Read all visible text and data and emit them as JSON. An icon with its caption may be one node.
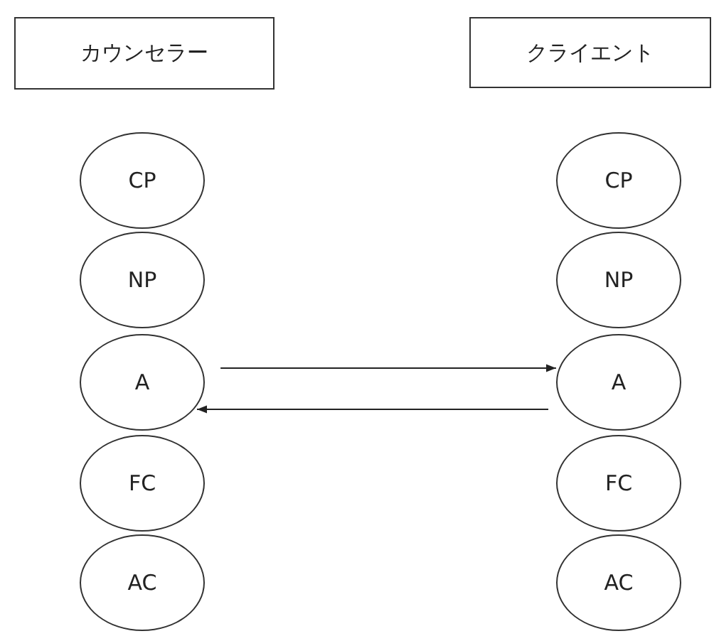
{
  "diagram": {
    "nodes": [
      {
        "text": [
          "カウンセラー"
        ]
      },
      {
        "text": [
          "クライエント"
        ]
      },
      {
        "text": [
          "CP"
        ]
      },
      {
        "text": [
          "NP"
        ]
      },
      {
        "text": [
          "A"
        ]
      },
      {
        "text": [
          "FC"
        ]
      },
      {
        "text": [
          "AC"
        ]
      },
      {
        "text": [
          "CP"
        ]
      },
      {
        "text": [
          "NP"
        ]
      },
      {
        "text": [
          "A"
        ]
      },
      {
        "text": [
          "FC"
        ]
      },
      {
        "text": [
          "AC"
        ]
      }
    ],
    "edges": [
      {
        "from": 4,
        "to": 9,
        "arrow": "to"
      },
      {
        "from": 9,
        "to": 4,
        "arrow": "to"
      }
    ]
  }
}
